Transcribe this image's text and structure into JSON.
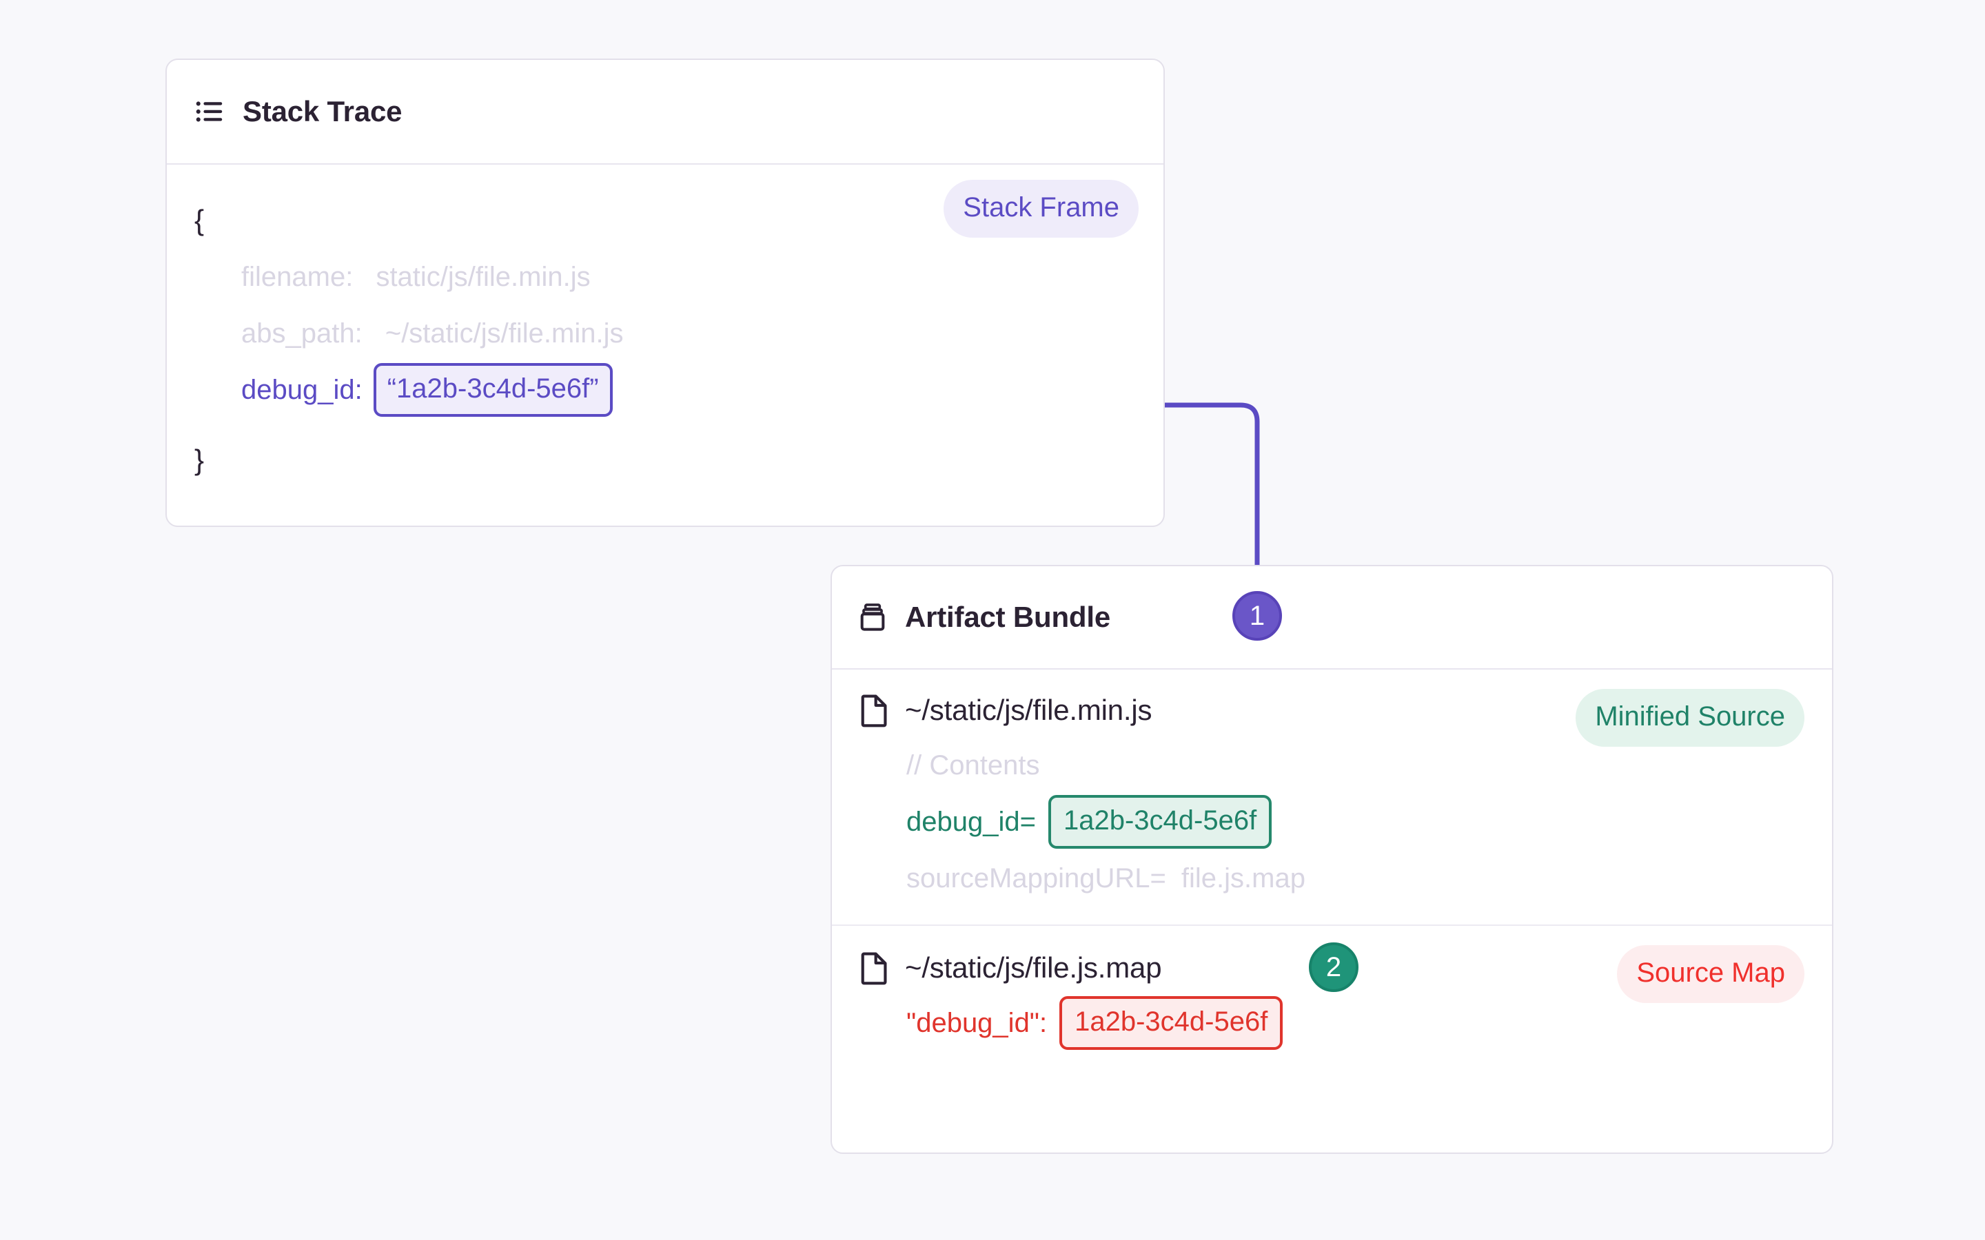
{
  "page": {
    "background_color": "#f8f8fb",
    "accent_purple": "#5b4bc4",
    "accent_green": "#1f8268",
    "accent_red": "#e0342c"
  },
  "stack_trace_card": {
    "title": "Stack Trace",
    "icon": "list-icon",
    "tag": "Stack Frame",
    "open_brace": "{",
    "close_brace": "}",
    "fields": [
      {
        "key": "filename:",
        "value": "static/js/file.min.js",
        "muted": true
      },
      {
        "key": "abs_path:",
        "value": "~/static/js/file.min.js",
        "muted": true
      }
    ],
    "debug_id_key": "debug_id:",
    "debug_id_value": "“1a2b-3c4d-5e6f”"
  },
  "artifact_bundle_card": {
    "title": "Artifact Bundle",
    "icon": "jar-icon",
    "files": [
      {
        "icon": "file-icon",
        "name": "~/static/js/file.min.js",
        "tag": "Minified Source",
        "tag_style": "green",
        "lines": [
          {
            "text": "// Contents",
            "style": "muted"
          }
        ],
        "debug_id_key": "debug_id=",
        "debug_id_value": "1a2b-3c4d-5e6f",
        "trailing": {
          "key": "sourceMappingURL=",
          "value": "file.js.map"
        }
      },
      {
        "icon": "file-icon",
        "name": "~/static/js/file.js.map",
        "tag": "Source Map",
        "tag_style": "red",
        "debug_id_key": "\"debug_id\":",
        "debug_id_value": "1a2b-3c4d-5e6f"
      }
    ]
  },
  "steps": [
    {
      "label": "1",
      "color": "#6a56c8"
    },
    {
      "label": "2",
      "color": "#1f9479"
    }
  ]
}
